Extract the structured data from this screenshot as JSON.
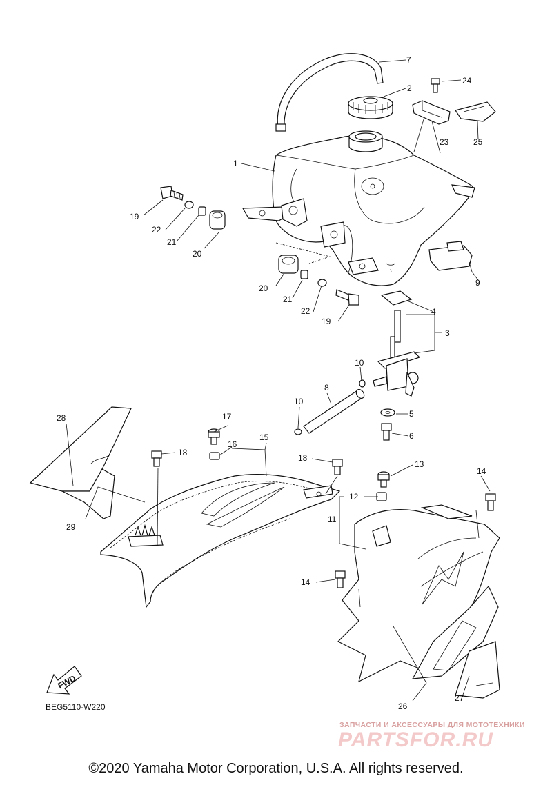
{
  "callouts": [
    {
      "n": "1"
    },
    {
      "n": "2"
    },
    {
      "n": "3"
    },
    {
      "n": "4"
    },
    {
      "n": "5"
    },
    {
      "n": "6"
    },
    {
      "n": "7"
    },
    {
      "n": "8"
    },
    {
      "n": "9"
    },
    {
      "n": "10"
    },
    {
      "n": "10"
    },
    {
      "n": "11"
    },
    {
      "n": "12"
    },
    {
      "n": "13"
    },
    {
      "n": "14"
    },
    {
      "n": "14"
    },
    {
      "n": "15"
    },
    {
      "n": "16"
    },
    {
      "n": "17"
    },
    {
      "n": "18"
    },
    {
      "n": "18"
    },
    {
      "n": "19"
    },
    {
      "n": "19"
    },
    {
      "n": "20"
    },
    {
      "n": "20"
    },
    {
      "n": "21"
    },
    {
      "n": "21"
    },
    {
      "n": "22"
    },
    {
      "n": "22"
    },
    {
      "n": "23"
    },
    {
      "n": "24"
    },
    {
      "n": "25"
    },
    {
      "n": "26"
    },
    {
      "n": "27"
    },
    {
      "n": "28"
    },
    {
      "n": "29"
    }
  ],
  "fwd_label": "FWD",
  "diagram_code": "BEG5110-W220",
  "watermark_small": "ЗАПЧАСТИ И АКСЕССУАРЫ ДЛЯ МОТОТЕХНИКИ",
  "watermark_big": "PARTSFOR.RU",
  "copyright": "©2020 Yamaha Motor Corporation, U.S.A. All rights reserved."
}
